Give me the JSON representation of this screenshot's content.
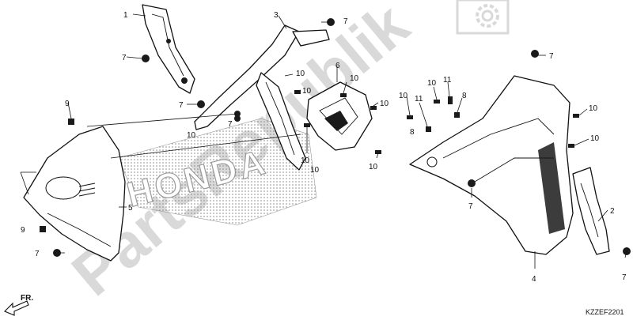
{
  "diagram": {
    "watermark_text": "PartsRepublik",
    "tank_logo_text": "HONDA",
    "direction_label": "FR.",
    "diagram_code": "KZZEF2201",
    "callouts": [
      {
        "id": "c1",
        "text": "1"
      },
      {
        "id": "c2",
        "text": "2"
      },
      {
        "id": "c3",
        "text": "3"
      },
      {
        "id": "c4",
        "text": "4"
      },
      {
        "id": "c5",
        "text": "5"
      },
      {
        "id": "c6",
        "text": "6"
      },
      {
        "id": "c7a",
        "text": "7"
      },
      {
        "id": "c7b",
        "text": "7"
      },
      {
        "id": "c7c",
        "text": "7"
      },
      {
        "id": "c7d",
        "text": "7"
      },
      {
        "id": "c7e",
        "text": "7"
      },
      {
        "id": "c7f",
        "text": "7"
      },
      {
        "id": "c7g",
        "text": "7"
      },
      {
        "id": "c7h",
        "text": "7"
      },
      {
        "id": "c8a",
        "text": "8"
      },
      {
        "id": "c8b",
        "text": "8"
      },
      {
        "id": "c9a",
        "text": "9"
      },
      {
        "id": "c9b",
        "text": "9"
      },
      {
        "id": "c10a",
        "text": "10"
      },
      {
        "id": "c10b",
        "text": "10"
      },
      {
        "id": "c10c",
        "text": "10"
      },
      {
        "id": "c10d",
        "text": "10"
      },
      {
        "id": "c10e",
        "text": "10"
      },
      {
        "id": "c10f",
        "text": "10"
      },
      {
        "id": "c10g",
        "text": "10"
      },
      {
        "id": "c10h",
        "text": "10"
      },
      {
        "id": "c10i",
        "text": "10"
      },
      {
        "id": "c10j",
        "text": "10"
      },
      {
        "id": "c10k",
        "text": "10"
      },
      {
        "id": "c10l",
        "text": "10"
      },
      {
        "id": "c11a",
        "text": "11"
      },
      {
        "id": "c11b",
        "text": "11"
      }
    ]
  }
}
